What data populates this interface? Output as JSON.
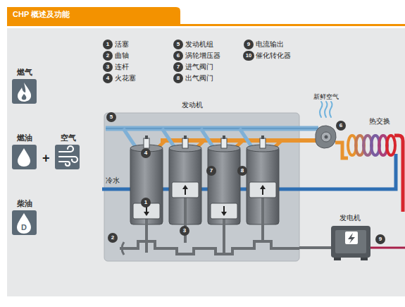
{
  "diagram": {
    "title": "CHP 概述及功能",
    "nodes": [
      {
        "text": [
          "发动机"
        ]
      },
      {
        "text": [
          "发电机"
        ]
      }
    ],
    "edges": [
      {
        "from": 0,
        "to": 1,
        "arrow": "none"
      }
    ],
    "labels": [
      "1",
      "活塞",
      "2",
      "曲轴",
      "3",
      "连杆",
      "4",
      "火花塞",
      "5",
      "发动机组",
      "6",
      "涡轮增压器",
      "7",
      "进气阀门",
      "8",
      "出气阀门",
      "9",
      "电流输出",
      "10",
      "催化转化器",
      "燃气",
      "燃油",
      "+",
      "空气",
      "柴油",
      "D",
      "新鲜空气",
      "热交换",
      "冷水",
      "5",
      "4",
      "1",
      "6",
      "7",
      "8",
      "3",
      "2",
      "9"
    ]
  }
}
